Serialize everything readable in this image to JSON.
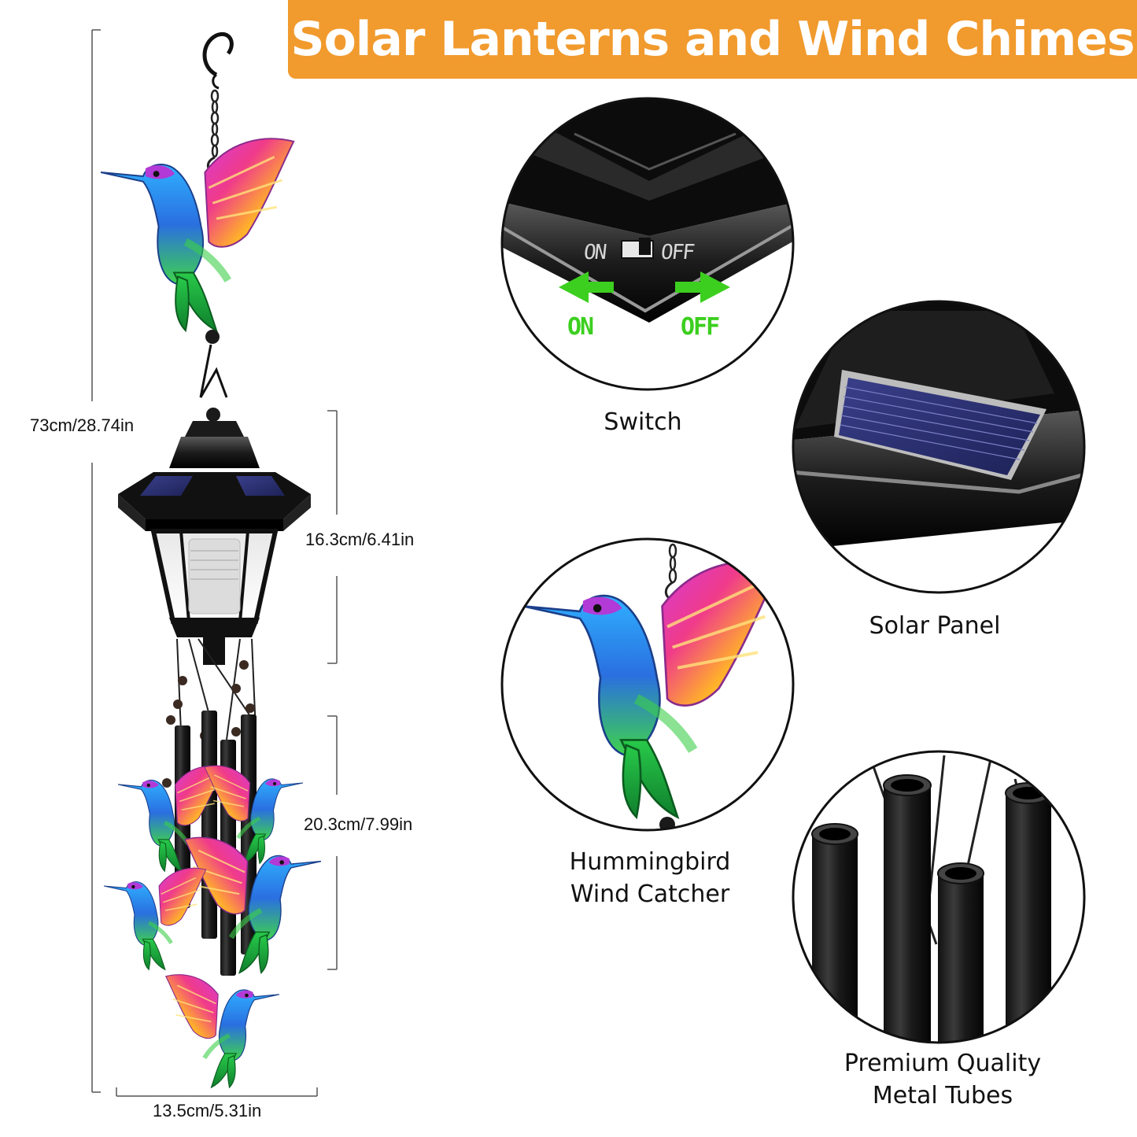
{
  "banner": {
    "title": "Solar Lanterns and Wind Chimes",
    "color": "#f19a2d"
  },
  "dimensions": {
    "total_height": "73cm/28.74in",
    "lantern_height": "16.3cm/6.41in",
    "tube_length": "20.3cm/7.99in",
    "width": "13.5cm/5.31in"
  },
  "switch_detail": {
    "on_marker": "ON",
    "off_marker": "OFF",
    "switch_on": "ON",
    "switch_off": "OFF"
  },
  "features": [
    {
      "label": "Switch"
    },
    {
      "label": "Solar Panel"
    },
    {
      "label_line1": "Hummingbird",
      "label_line2": "Wind Catcher"
    },
    {
      "label_line1": "Premium Quality",
      "label_line2": "Metal Tubes"
    }
  ],
  "colors": {
    "accent_green": "#3ccf1f",
    "text": "#111111"
  }
}
